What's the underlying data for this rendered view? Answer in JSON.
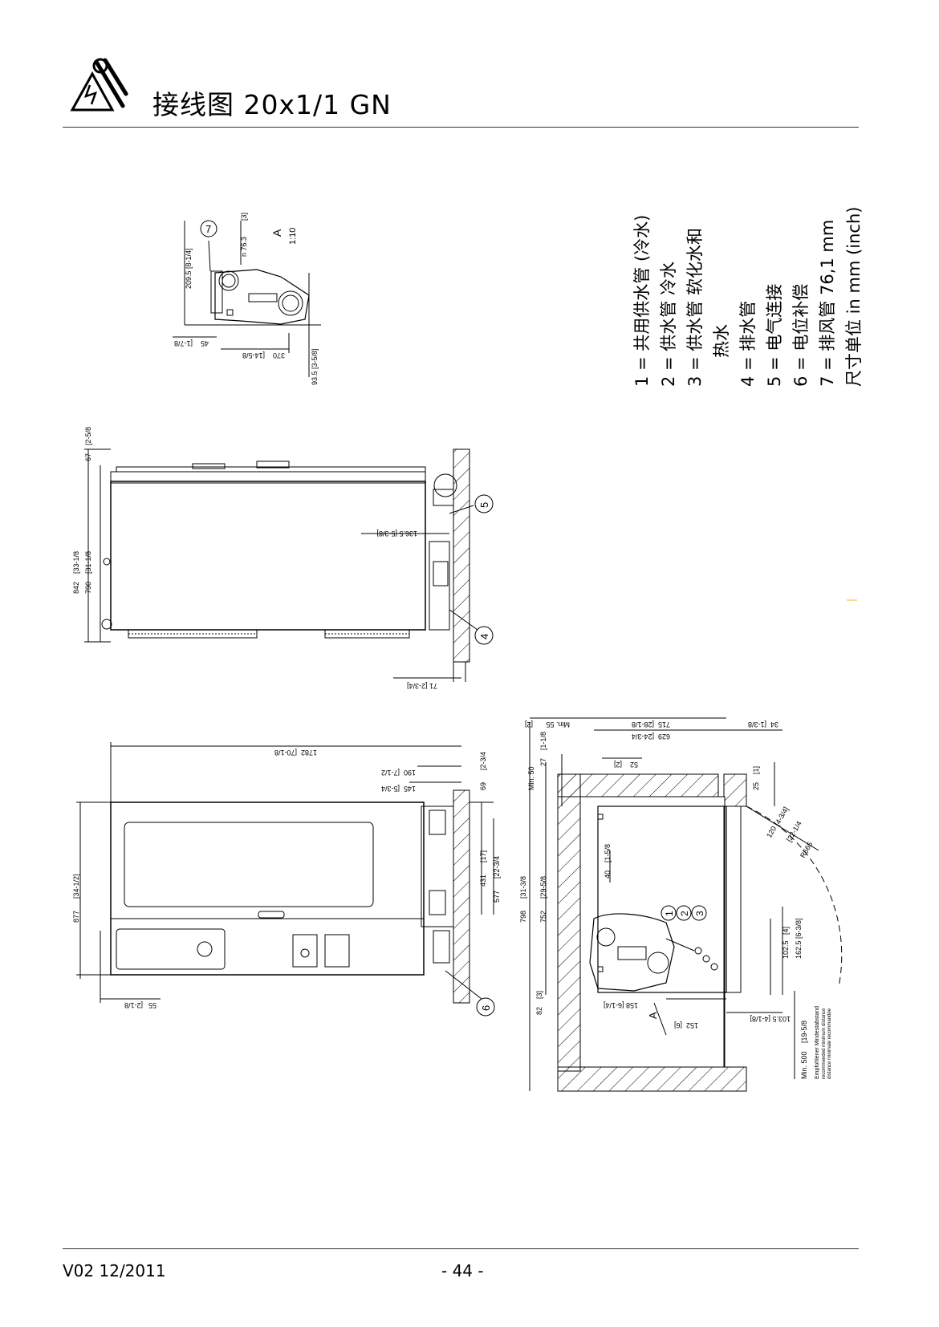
{
  "header": {
    "title": "接线图 20x1/1 GN",
    "icon": "warning-wrench-icon"
  },
  "legend": {
    "items": [
      "1 = 共用供水管 (冷水)",
      "2 = 供水管 冷水",
      "3 = 供水管 软化水和",
      "热水",
      "4 = 排水管",
      "5 = 电气连接",
      "6 = 电位补偿",
      "7 = 排风管 76,1 mm",
      "尺寸单位 in mm (inch)"
    ]
  },
  "detail_view": {
    "label": "A",
    "scale": "1:10",
    "callout": "7",
    "dims": {
      "d1": "209.5 [8-1/4]",
      "d2": "n 76.3",
      "d3": "[3]",
      "d4": "45",
      "d5": "[1-7/8",
      "d6": "370",
      "d7": "[14-5/8",
      "d8": "93.5 [3-5/8]"
    }
  },
  "side_view": {
    "callout_5": "5",
    "callout_4": "4",
    "dims": {
      "d1": "67",
      "d2": "[2-5/8",
      "d3": "842",
      "d4": "[33-1/8",
      "d5": "790",
      "d6": "[31-1/8",
      "d7": "136.5 [5-3/8]",
      "d8": "71 [2-3/4]"
    }
  },
  "front_view": {
    "callout_6": "6",
    "dims": {
      "d1": "1782",
      "d2": "[70-1/8",
      "d3": "190",
      "d4": "[7-1/2",
      "d5": "145",
      "d6": "[5-3/4",
      "d7": "69",
      "d8": "[2-3/4",
      "d9": "877",
      "d10": "[34-1/2]",
      "d11": "431",
      "d12": "[17]",
      "d13": "577",
      "d14": "[22-3/4",
      "d15": "55",
      "d16": "[2-1/8"
    }
  },
  "top_view": {
    "callouts": [
      "1",
      "2",
      "3"
    ],
    "label_a": "A",
    "dims": {
      "min55": "Min. 55",
      "b2": "[2]",
      "d715": "715",
      "d715i": "[28-1/8",
      "d629": "629",
      "d629i": "[24-3/4",
      "d34": "34",
      "d34i": "[1-3/8",
      "min50": "Min. 50",
      "d27": "27",
      "d27i": "[1-1/8",
      "d52": "52",
      "d52i": "[2]",
      "d25": "25",
      "d25i": "[1]",
      "d40": "40",
      "d40i": "[1-5/8",
      "d798": "798",
      "d798i": "[31-3/8",
      "d752": "752",
      "d752i": "[29-5/8",
      "d120": "120",
      "d120i": "[4-3/4]",
      "r565": "R565",
      "r565i": "[22-1/4",
      "d102": "102.5",
      "d102i": "[4]",
      "d162": "162.5 [6-3/8]",
      "d82": "82",
      "d82i": "[3]",
      "d158": "158 [6-1/4]",
      "d152": "152",
      "d152i": "[6]",
      "d103": "103.5 [4-1/8]",
      "min500": "Min. 500",
      "min500i": "[19-5/8",
      "note1": "Empfohlener Mindestabstand",
      "note2": "recommended minimum distance",
      "note3": "distance minimale recommandée"
    }
  },
  "footer": {
    "version": "V02 12/2011",
    "page": "- 44 -"
  },
  "colors": {
    "line": "#000000",
    "accent_mark": "#f5e08a"
  }
}
